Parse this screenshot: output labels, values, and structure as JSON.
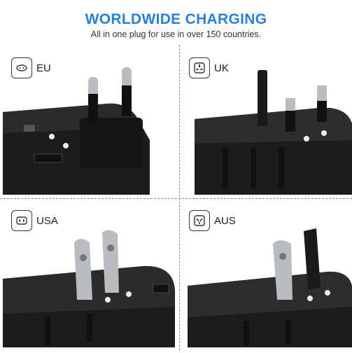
{
  "header": {
    "title": "WORLDWIDE CHARGING",
    "subtitle": "All in one plug for use in over 150 countries."
  },
  "panels": [
    {
      "label": "EU",
      "icon": "eu-socket-icon"
    },
    {
      "label": "UK",
      "icon": "uk-socket-icon"
    },
    {
      "label": "USA",
      "icon": "usa-socket-icon"
    },
    {
      "label": "AUS",
      "icon": "aus-socket-icon"
    }
  ],
  "colors": {
    "accent": "#2a7fd8",
    "adapter_body": "#1c1c1c",
    "prong": "#b9bcc0"
  }
}
